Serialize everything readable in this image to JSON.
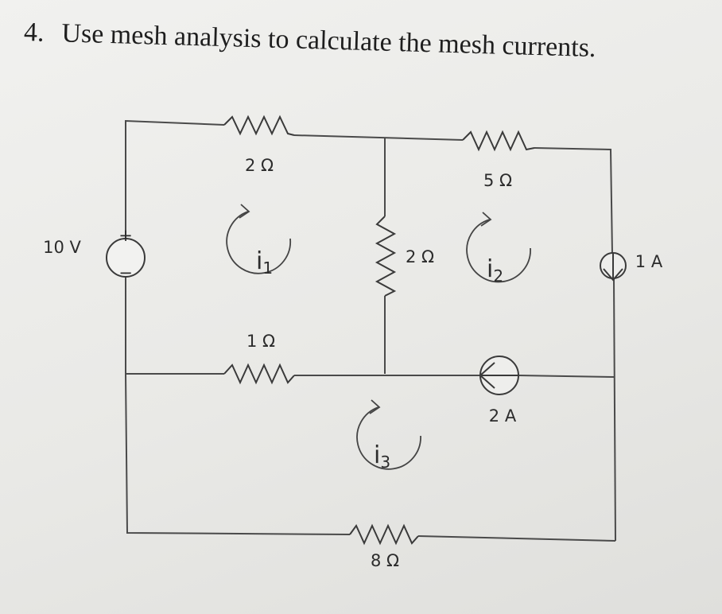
{
  "problem": {
    "number": "4.",
    "text": "Use mesh analysis to calculate the mesh currents."
  },
  "components": {
    "voltage_source": {
      "label": "10 V",
      "plus": "+",
      "minus": "−"
    },
    "r_top_left": "2 Ω",
    "r_top_right": "5 Ω",
    "r_middle": "2 Ω",
    "r_mid_left": "1 Ω",
    "r_bottom": "8 Ω",
    "current_source_right": "1 A",
    "current_source_mid": "2 A"
  },
  "mesh_currents": {
    "i1": {
      "symbol": "i",
      "sub": "1"
    },
    "i2": {
      "symbol": "i",
      "sub": "2"
    },
    "i3": {
      "symbol": "i",
      "sub": "3"
    }
  }
}
